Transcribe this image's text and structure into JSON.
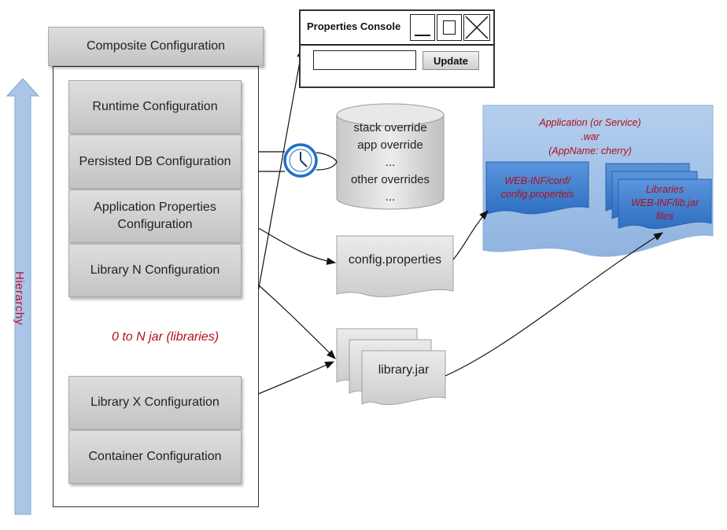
{
  "composite": {
    "title": "Composite Configuration",
    "layers": [
      "Runtime Configuration",
      "Persisted DB Configuration",
      "Application Properties Configuration",
      "Library N Configuration",
      "Library X Configuration",
      "Container Configuration"
    ],
    "jar_range_label": "0 to N jar (libraries)"
  },
  "hierarchy_label": "Hierarchy",
  "console": {
    "title": "Properties Console",
    "input_value": "",
    "update_label": "Update"
  },
  "overrides": {
    "lines": [
      "stack override",
      "app override",
      "...",
      "other overrides",
      "..."
    ]
  },
  "config_file": {
    "label": "config.properties"
  },
  "library_jar": {
    "label": "library.jar"
  },
  "war": {
    "title_lines": [
      "Application (or Service)",
      ".war",
      "(AppName: cherry)"
    ],
    "conf_lines": [
      "WEB-INF/conf/",
      "config.properteis"
    ],
    "libs_lines": [
      "Libraries",
      "WEB-INF/lib.jar",
      "files"
    ]
  },
  "colors": {
    "hierarchy_arrow": "#a9c6e8",
    "hierarchy_text": "#c0112d",
    "war_bg": "#a7c4e7",
    "blue_card": "#3f7fd0",
    "red_text": "#b00f1e",
    "clock": "#1f6fc7"
  }
}
